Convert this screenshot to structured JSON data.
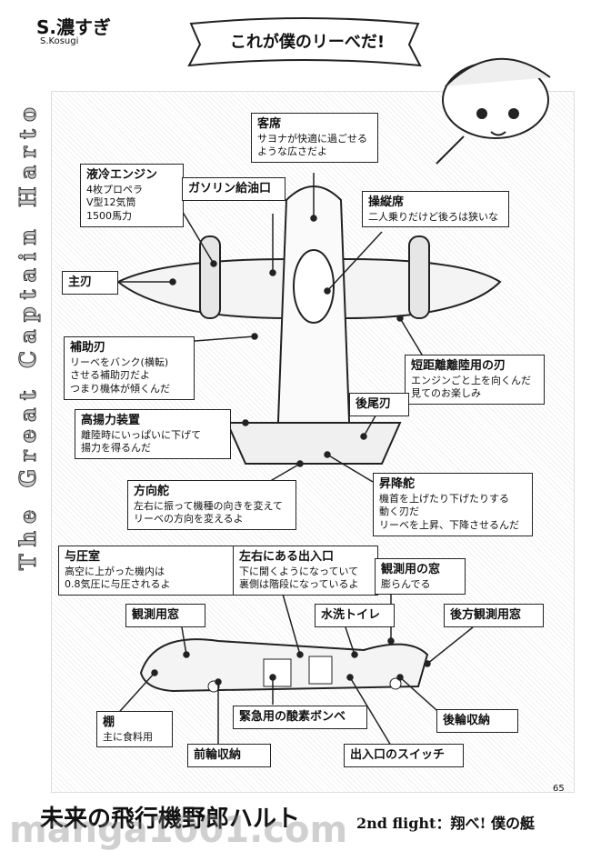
{
  "author": {
    "name": "S.濃すぎ",
    "romaji": "S.Kosugi"
  },
  "banner": {
    "title": "これが僕のリーべだ!"
  },
  "vertical_title": "The Great Captain Harto",
  "labels": {
    "cabin": {
      "heading": "客席",
      "body": "サヨナが快適に過ごせる\nような広さだよ"
    },
    "engine": {
      "heading": "液冷エンジン",
      "body": "4枚プロペラ\nV型12気筒\n1500馬力"
    },
    "fuel": {
      "heading": "ガソリン給油口"
    },
    "cockpit": {
      "heading": "操縦席",
      "body": "二人乗りだけど後ろは狭いな"
    },
    "main_blade": {
      "heading": "主刃"
    },
    "aileron": {
      "heading": "補助刃",
      "body": "リーベをバンク(横転)\nさせる補助刃だよ\nつまり機体が傾くんだ"
    },
    "stol_blade": {
      "heading": "短距離離陸用の刃",
      "body": "エンジンごと上を向くんだ\n見てのお楽しみ"
    },
    "rear_blade": {
      "heading": "後尾刃"
    },
    "flap": {
      "heading": "高揚力装置",
      "body": "離陸時にいっぱいに下げて\n揚力を得るんだ"
    },
    "rudder": {
      "heading": "方向舵",
      "body": "左右に振って機種の向きを変えて\nリーベの方向を変えるよ"
    },
    "elevator": {
      "heading": "昇降舵",
      "body": "機首を上げたり下げたりする\n動く刃だ\nリーベを上昇、下降させるんだ"
    },
    "pressure": {
      "heading": "与圧室",
      "body": "高空に上がった機内は\n0.8気圧に与圧されるよ"
    },
    "door": {
      "heading": "左右にある出入口",
      "body": "下に開くようになっていて\n裏側は階段になっているよ"
    },
    "window_obs": {
      "heading": "観測用の窓",
      "body": "膨らんでる"
    },
    "obs_window": {
      "heading": "観測用窓"
    },
    "toilet": {
      "heading": "水洗トイレ"
    },
    "rear_window": {
      "heading": "後方観測用窓"
    },
    "shelf": {
      "heading": "棚",
      "body": "主に食料用"
    },
    "oxygen": {
      "heading": "緊急用の酸素ボンベ"
    },
    "tailwheel": {
      "heading": "後輪収納"
    },
    "frontwheel": {
      "heading": "前輪収納"
    },
    "switch": {
      "heading": "出入口のスイッチ"
    }
  },
  "footer": {
    "title": "未来の飛行機野郎ハルト",
    "subtitle": "2nd flight：翔べ! 僕の艇"
  },
  "page_number": "65",
  "watermark": "manga1001.com"
}
